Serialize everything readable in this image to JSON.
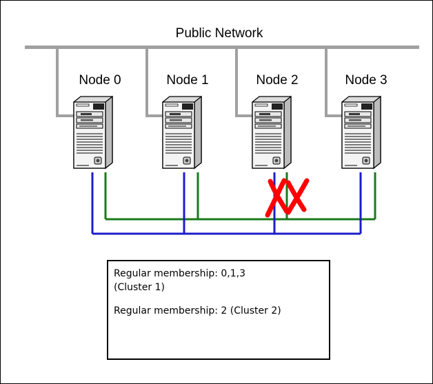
{
  "network": {
    "title": "Public Network"
  },
  "nodes": [
    {
      "label": "Node 0"
    },
    {
      "label": "Node 1"
    },
    {
      "label": "Node 2"
    },
    {
      "label": "Node 3"
    }
  ],
  "colors": {
    "public_network": "#a0a0a0",
    "private_link_green": "#1a7a1a",
    "private_link_blue": "#1c1ccc",
    "fault_mark": "#ff0000"
  },
  "membership": {
    "line1": "Regular membership: 0,1,3",
    "line2": "(Cluster 1)",
    "line3": "Regular membership: 2 (Cluster 2)"
  }
}
